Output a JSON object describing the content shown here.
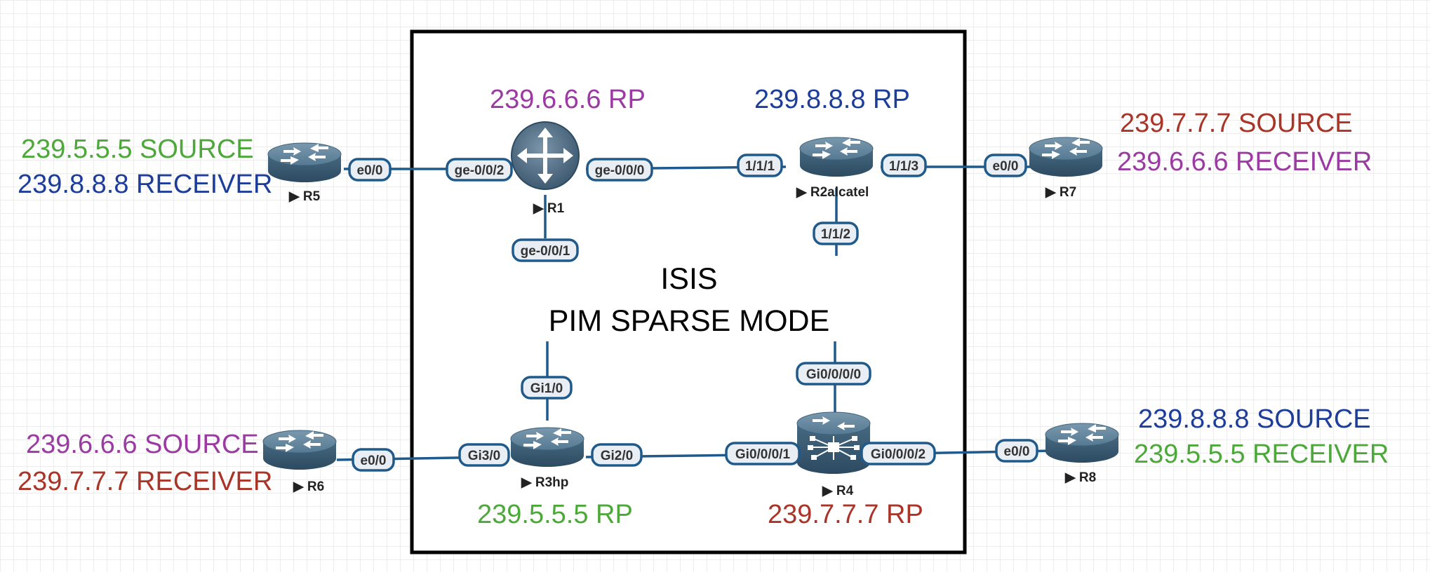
{
  "colors": {
    "green": "#4da83a",
    "blue": "#1d3d9a",
    "purple": "#9b3aa2",
    "red": "#aa3427",
    "link": "#1f5a8a"
  },
  "center": {
    "line1": "ISIS",
    "line2": "PIM SPARSE MODE"
  },
  "routers": {
    "r1": {
      "name": "R1",
      "icon": "juniper-router-icon"
    },
    "r2": {
      "name": "R2alcatel",
      "icon": "router-icon"
    },
    "r3": {
      "name": "R3hp",
      "icon": "router-icon"
    },
    "r4": {
      "name": "R4",
      "icon": "switch-router-icon"
    },
    "r5": {
      "name": "R5",
      "icon": "router-icon"
    },
    "r6": {
      "name": "R6",
      "icon": "router-icon"
    },
    "r7": {
      "name": "R7",
      "icon": "router-icon"
    },
    "r8": {
      "name": "R8",
      "icon": "router-icon"
    }
  },
  "ports": {
    "r5_e00": "e0/0",
    "r1_ge002": "ge-0/0/2",
    "r1_ge000": "ge-0/0/0",
    "r1_ge001": "ge-0/0/1",
    "r2_111": "1/1/1",
    "r2_113": "1/1/3",
    "r2_112": "1/1/2",
    "r7_e00": "e0/0",
    "r6_e00": "e0/0",
    "r3_gi30": "Gi3/0",
    "r3_gi10": "Gi1/0",
    "r3_gi20": "Gi2/0",
    "r4_gi0001": "Gi0/0/0/1",
    "r4_gi0000": "Gi0/0/0/0",
    "r4_gi0002": "Gi0/0/0/2",
    "r8_e00": "e0/0"
  },
  "labels": {
    "r5_source": "239.5.5.5 SOURCE",
    "r5_receiver": "239.8.8.8 RECEIVER",
    "r1_rp": "239.6.6.6 RP",
    "r2_rp": "239.8.8.8 RP",
    "r7_source": "239.7.7.7 SOURCE",
    "r7_receiver": "239.6.6.6 RECEIVER",
    "r6_source": "239.6.6.6 SOURCE",
    "r6_receiver": "239.7.7.7 RECEIVER",
    "r3_rp": "239.5.5.5 RP",
    "r4_rp": "239.7.7.7 RP",
    "r8_source": "239.8.8.8 SOURCE",
    "r8_receiver": "239.5.5.5 RECEIVER"
  }
}
